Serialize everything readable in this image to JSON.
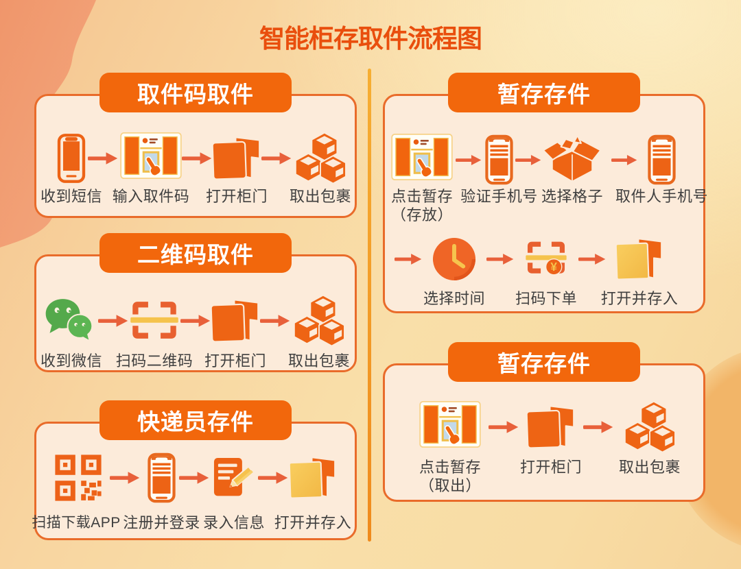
{
  "title": "智能柜存取件流程图",
  "colors": {
    "primary_orange": "#ED6315",
    "tab_orange": "#F2670C",
    "panel_border": "#E96B2A",
    "panel_background": "#FCEBDA",
    "title_red_orange": "#E94E0D",
    "arrow": "#E8603A",
    "accent_yellow": "#F5C34C",
    "wechat_green": "#54A94B",
    "label_text": "#3F3F3F",
    "background_peach": "#F8D5A0"
  },
  "icons": {
    "yuan_badge": "¥"
  },
  "panels": [
    {
      "title": "取件码取件",
      "steps": [
        {
          "icon": "phone",
          "label": "收到短信"
        },
        {
          "icon": "locker-kiosk",
          "label": "输入取件码"
        },
        {
          "icon": "cabinet-door",
          "label": "打开柜门"
        },
        {
          "icon": "parcel-boxes",
          "label": "取出包裹"
        }
      ]
    },
    {
      "title": "二维码取件",
      "steps": [
        {
          "icon": "wechat",
          "label": "收到微信"
        },
        {
          "icon": "qr-scan",
          "label": "扫码二维码"
        },
        {
          "icon": "cabinet-door",
          "label": "打开柜门"
        },
        {
          "icon": "parcel-boxes",
          "label": "取出包裹"
        }
      ]
    },
    {
      "title": "快递员存件",
      "steps": [
        {
          "icon": "qr-code",
          "label": "扫描下载APP"
        },
        {
          "icon": "phone-app",
          "label": "注册并登录"
        },
        {
          "icon": "document-pencil",
          "label": "录入信息"
        },
        {
          "icon": "cabinet-yellow",
          "label": "打开并存入"
        }
      ]
    },
    {
      "title": "暂存存件",
      "rows": [
        [
          {
            "icon": "locker-kiosk",
            "label": "点击暂存",
            "label2": "（存放）"
          },
          {
            "icon": "phone-app",
            "label": "验证手机号"
          },
          {
            "icon": "open-box",
            "label": "选择格子"
          },
          {
            "icon": "phone-app",
            "label": "取件人手机号"
          }
        ],
        [
          {
            "icon": "clock",
            "label": "选择时间"
          },
          {
            "icon": "qr-pay",
            "label": "扫码下单"
          },
          {
            "icon": "cabinet-yellow",
            "label": "打开并存入"
          }
        ]
      ]
    },
    {
      "title": "暂存存件",
      "steps": [
        {
          "icon": "locker-kiosk",
          "label": "点击暂存",
          "label2": "（取出）"
        },
        {
          "icon": "cabinet-door",
          "label": "打开柜门"
        },
        {
          "icon": "parcel-boxes",
          "label": "取出包裹"
        }
      ]
    }
  ]
}
